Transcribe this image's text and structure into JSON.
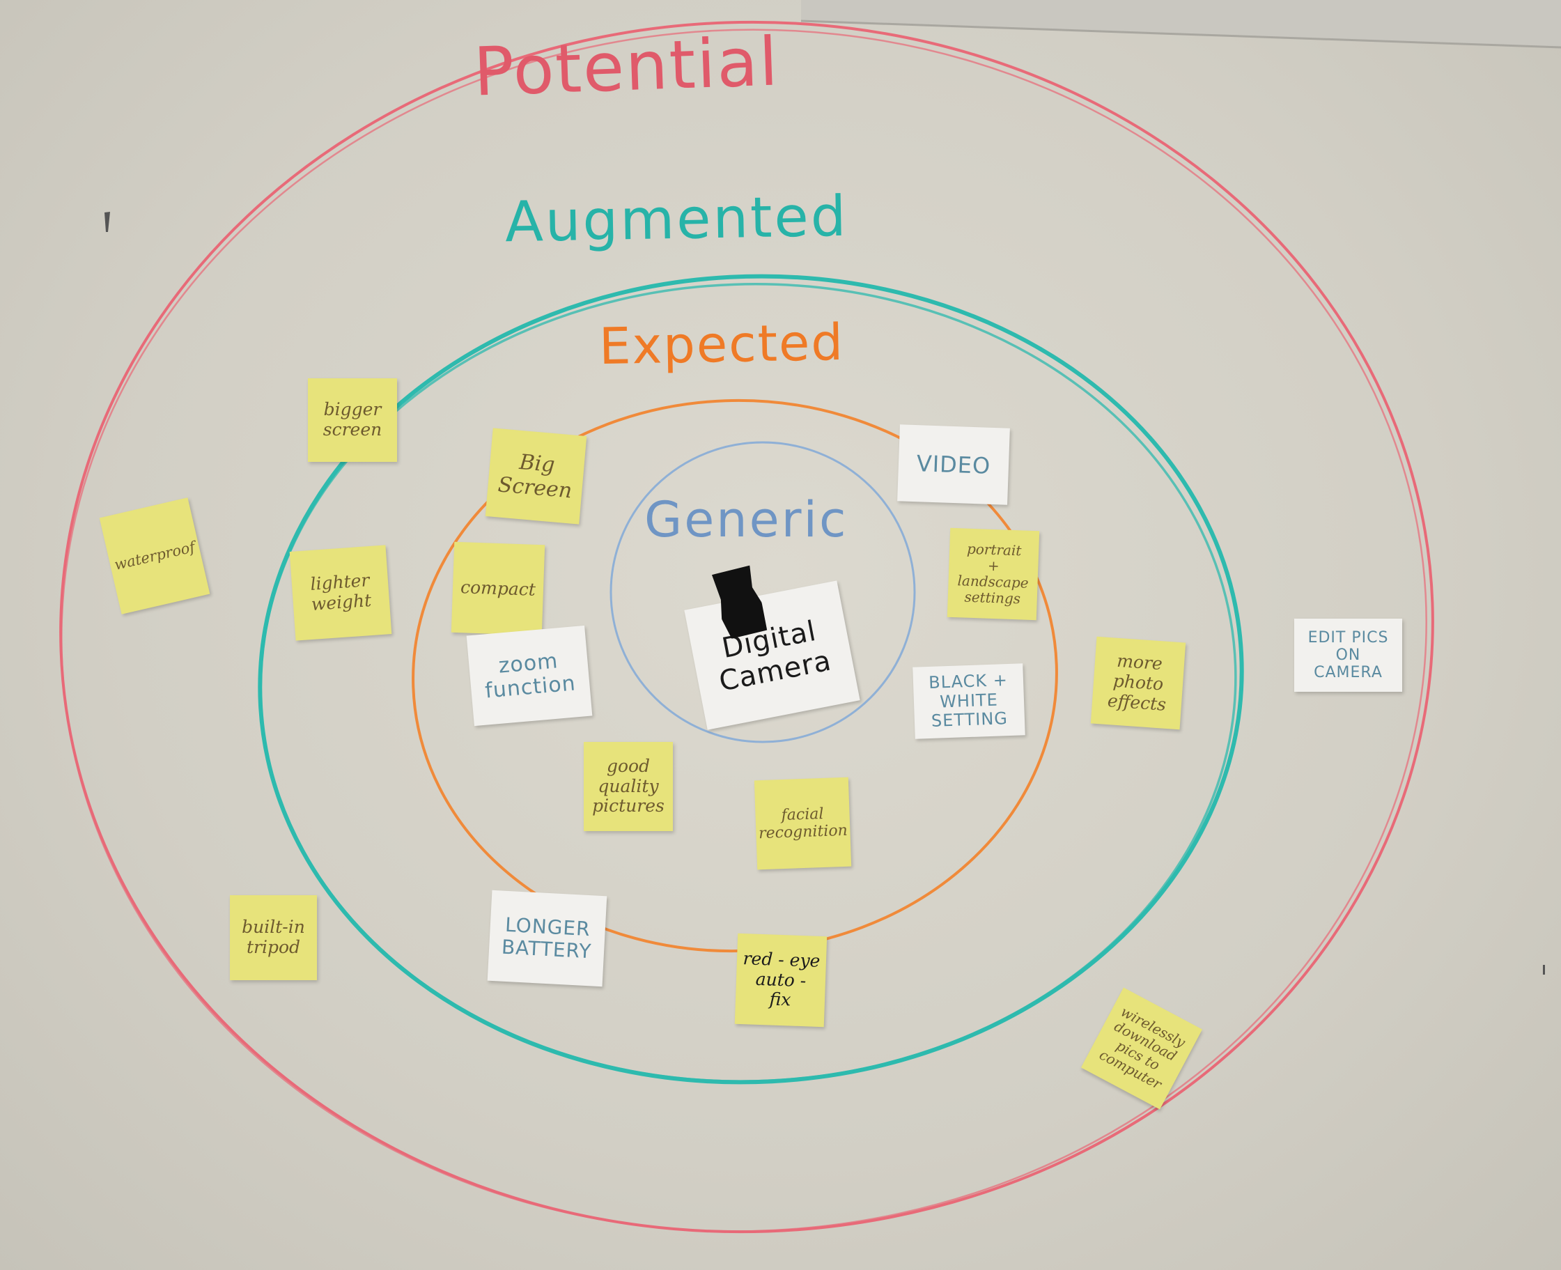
{
  "diagram": {
    "rings": [
      {
        "id": "potential",
        "label": "Potential",
        "color": "#e05a6a"
      },
      {
        "id": "augmented",
        "label": "Augmented",
        "color": "#27b3a8"
      },
      {
        "id": "expected",
        "label": "Expected",
        "color": "#ef7a26"
      },
      {
        "id": "generic",
        "label": "Generic",
        "color": "#6f95c4"
      }
    ],
    "center_note": "Digital\nCamera",
    "notes": {
      "bigger_screen": "bigger\nscreen",
      "waterproof": "waterproof",
      "lighter_weight": "lighter\nweight",
      "built_in_tripod": "built-in\ntripod",
      "big_screen": "Big\nScreen",
      "compact": "compact",
      "zoom_function": "zoom\nfunction",
      "good_quality_pictures": "good\nquality\npictures",
      "facial_recognition": "facial\nrecognition",
      "longer_battery": "LONGER\nBATTERY",
      "red_eye_auto_fix": "red - eye\nauto -\nfix",
      "video": "VIDEO",
      "portrait_landscape": "portrait\n+\nlandscape\nsettings",
      "black_white_setting": "BLACK +\nWHITE\nSETTING",
      "more_photo_effects": "more\nphoto\neffects",
      "edit_pics_on_camera": "EDIT PICS\nON CAMERA",
      "wirelessly_download": "wirelessly\ndownload\npics to\ncomputer"
    }
  }
}
